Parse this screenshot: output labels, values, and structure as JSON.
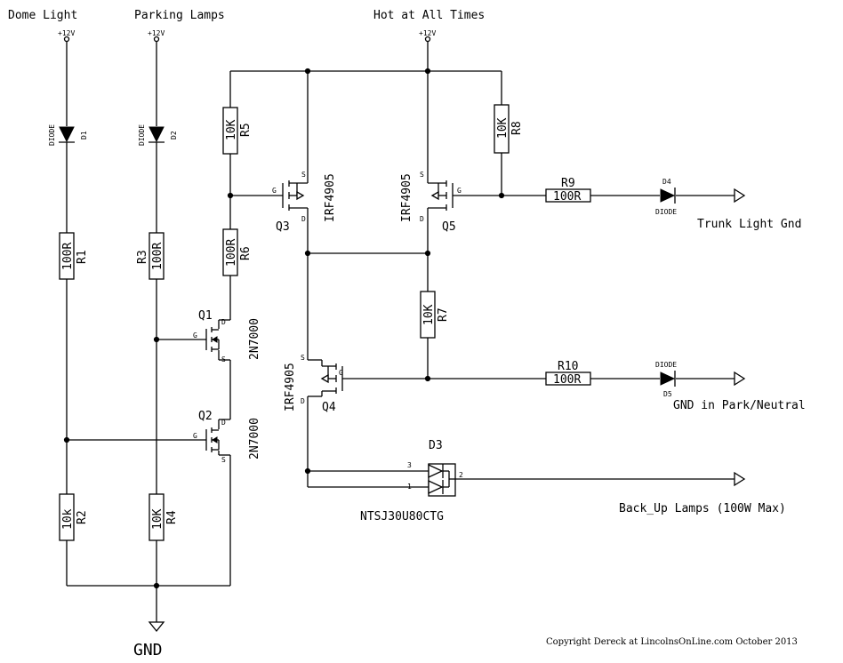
{
  "labels": {
    "dome_light": "Dome Light",
    "parking_lamps": "Parking Lamps",
    "hot_at_all_times": "Hot at All Times",
    "supply": "+12V",
    "trunk_light_gnd": "Trunk Light Gnd",
    "gnd_park_neutral": "GND in Park/Neutral",
    "backup_lamps": "Back_Up Lamps (100W Max)",
    "gnd": "GND",
    "copyright": "Copyright Dereck at LincolnsOnLine.com October 2013"
  },
  "components": {
    "d1": {
      "ref": "D1",
      "value": "DIODE"
    },
    "d2": {
      "ref": "D2",
      "value": "DIODE"
    },
    "d4": {
      "ref": "D4",
      "value": "DIODE"
    },
    "d5": {
      "ref": "D5",
      "value": "DIODE"
    },
    "d3": {
      "ref": "D3",
      "value": "NTSJ30U80CTG",
      "pin1": "1",
      "pin2": "2",
      "pin3": "3"
    },
    "r1": {
      "ref": "R1",
      "value": "100R"
    },
    "r2": {
      "ref": "R2",
      "value": "10k"
    },
    "r3": {
      "ref": "R3",
      "value": "100R"
    },
    "r4": {
      "ref": "R4",
      "value": "10K"
    },
    "r5": {
      "ref": "R5",
      "value": "10K"
    },
    "r6": {
      "ref": "R6",
      "value": "100R"
    },
    "r7": {
      "ref": "R7",
      "value": "10K"
    },
    "r8": {
      "ref": "R8",
      "value": "10K"
    },
    "r9": {
      "ref": "R9",
      "value": "100R"
    },
    "r10": {
      "ref": "R10",
      "value": "100R"
    },
    "q1": {
      "ref": "Q1",
      "value": "2N7000"
    },
    "q2": {
      "ref": "Q2",
      "value": "2N7000"
    },
    "q3": {
      "ref": "Q3",
      "value": "IRF4905"
    },
    "q4": {
      "ref": "Q4",
      "value": "IRF4905"
    },
    "q5": {
      "ref": "Q5",
      "value": "IRF4905"
    }
  },
  "pins": {
    "gate": "G",
    "drain": "D",
    "source": "S"
  }
}
